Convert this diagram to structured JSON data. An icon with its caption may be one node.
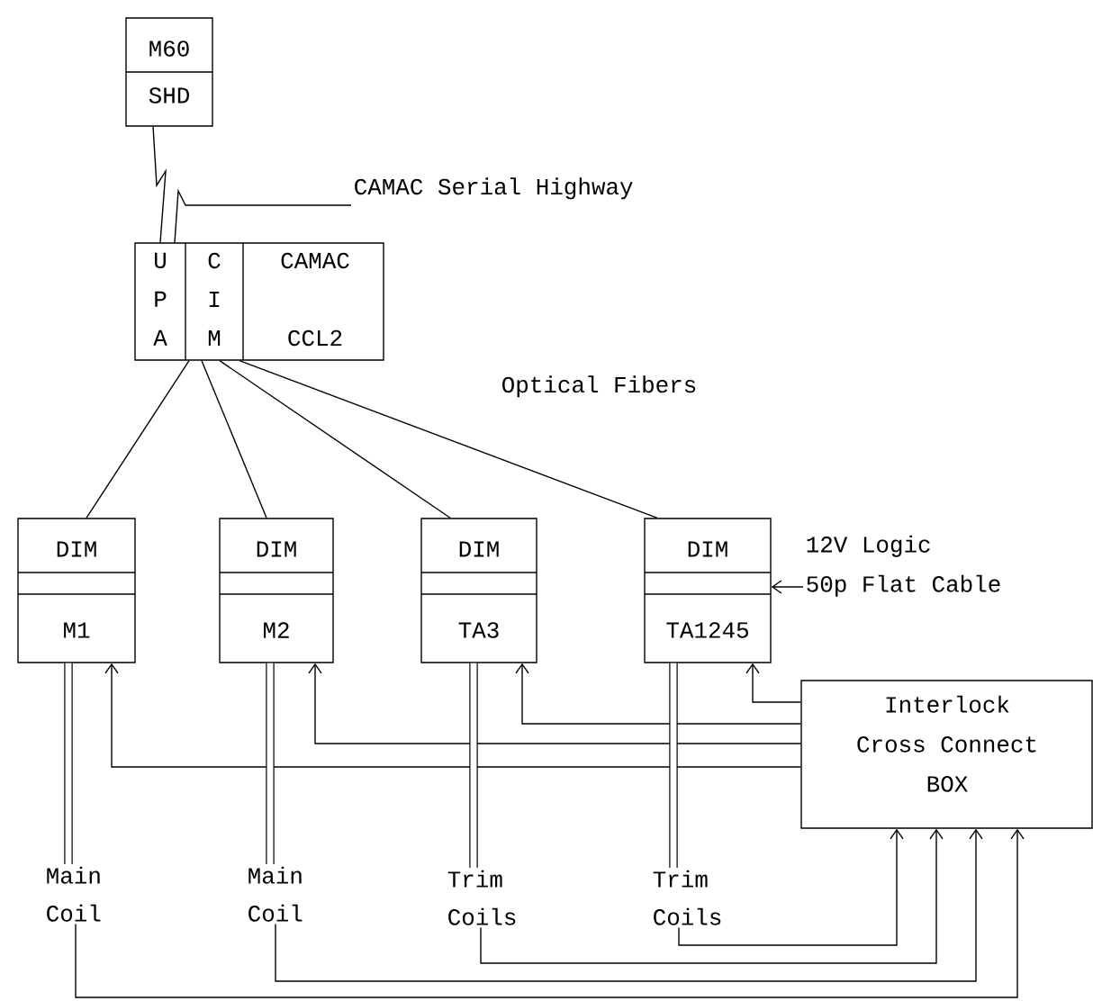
{
  "diagram": {
    "nodes": [
      {
        "text": [
          "M60",
          "SHD"
        ]
      },
      {
        "text": [
          "U P A",
          "C I M",
          "CAMAC CCL2"
        ]
      },
      {
        "text": [
          "CAMAC Serial Highway"
        ]
      },
      {
        "text": [
          "DIM",
          "M1"
        ]
      },
      {
        "text": [
          "DIM",
          "M2"
        ]
      },
      {
        "text": [
          "DIM",
          "TA3"
        ]
      },
      {
        "text": [
          "DIM",
          "TA1245"
        ]
      },
      {
        "text": [
          "12V Logic 50p Flat Cable"
        ]
      },
      {
        "text": [
          "Interlock Cross Connect BOX"
        ]
      },
      {
        "text": [
          "Main Coil"
        ]
      },
      {
        "text": [
          "Main Coil"
        ]
      },
      {
        "text": [
          "Trim Coils"
        ]
      },
      {
        "text": [
          "Trim Coils"
        ]
      }
    ],
    "edges": [
      {
        "from": 0,
        "to": 1,
        "arrow": "none"
      },
      {
        "from": 1,
        "to": 2,
        "arrow": "none"
      },
      {
        "from": 1,
        "to": 3,
        "arrow": "none"
      },
      {
        "from": 1,
        "to": 4,
        "arrow": "none"
      },
      {
        "from": 1,
        "to": 5,
        "arrow": "none"
      },
      {
        "from": 1,
        "to": 6,
        "arrow": "none"
      },
      {
        "from": 7,
        "to": 6,
        "arrow": "to"
      },
      {
        "from": 8,
        "to": 6,
        "arrow": "to"
      },
      {
        "from": 8,
        "to": 5,
        "arrow": "to"
      },
      {
        "from": 8,
        "to": 4,
        "arrow": "to"
      },
      {
        "from": 8,
        "to": 3,
        "arrow": "to"
      },
      {
        "from": 3,
        "to": 9,
        "arrow": "none",
        "style": "thick"
      },
      {
        "from": 4,
        "to": 10,
        "arrow": "none",
        "style": "thick"
      },
      {
        "from": 5,
        "to": 11,
        "arrow": "none",
        "style": "thick"
      },
      {
        "from": 6,
        "to": 12,
        "arrow": "none",
        "style": "thick"
      },
      {
        "from": 12,
        "to": 8,
        "arrow": "to"
      },
      {
        "from": 11,
        "to": 8,
        "arrow": "to"
      },
      {
        "from": 10,
        "to": 8,
        "arrow": "to"
      },
      {
        "from": 9,
        "to": 8,
        "arrow": "to"
      }
    ],
    "labels": [
      "Optical Fibers"
    ]
  }
}
